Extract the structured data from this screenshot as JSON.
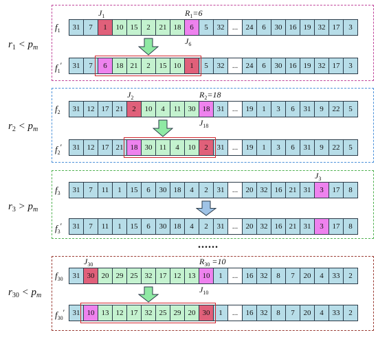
{
  "panels": [
    {
      "condition": {
        "r": "r",
        "sub": "1",
        "op": "<",
        "p": "p",
        "psub": "m"
      },
      "frame_color": "#c0449a",
      "arrow_color": "#8fe9a4",
      "top_row": {
        "label": {
          "f": "f",
          "sub": "1",
          "prime": ""
        },
        "cells": [
          {
            "v": "31",
            "c": "blue"
          },
          {
            "v": "7",
            "c": "blue"
          },
          {
            "v": "1",
            "c": "red"
          },
          {
            "v": "10",
            "c": "green"
          },
          {
            "v": "15",
            "c": "green"
          },
          {
            "v": "2",
            "c": "green"
          },
          {
            "v": "21",
            "c": "green"
          },
          {
            "v": "18",
            "c": "green"
          },
          {
            "v": "6",
            "c": "magenta"
          },
          {
            "v": "5",
            "c": "blue"
          },
          {
            "v": "32",
            "c": "blue"
          },
          {
            "v": "...",
            "c": "blank"
          },
          {
            "v": "24",
            "c": "blue"
          },
          {
            "v": "6",
            "c": "blue"
          },
          {
            "v": "30",
            "c": "blue"
          },
          {
            "v": "16",
            "c": "blue"
          },
          {
            "v": "19",
            "c": "blue"
          },
          {
            "v": "32",
            "c": "blue"
          },
          {
            "v": "17",
            "c": "blue"
          },
          {
            "v": "3",
            "c": "blue"
          }
        ]
      },
      "bottom_row": {
        "label": {
          "f": "f",
          "sub": "1",
          "prime": "′"
        },
        "cells": [
          {
            "v": "31",
            "c": "blue"
          },
          {
            "v": "7",
            "c": "blue"
          },
          {
            "v": "6",
            "c": "magenta"
          },
          {
            "v": "18",
            "c": "green"
          },
          {
            "v": "21",
            "c": "green"
          },
          {
            "v": "2",
            "c": "green"
          },
          {
            "v": "15",
            "c": "green"
          },
          {
            "v": "10",
            "c": "green"
          },
          {
            "v": "1",
            "c": "red"
          },
          {
            "v": "5",
            "c": "blue"
          },
          {
            "v": "32",
            "c": "blue"
          },
          {
            "v": "...",
            "c": "blank"
          },
          {
            "v": "24",
            "c": "blue"
          },
          {
            "v": "6",
            "c": "blue"
          },
          {
            "v": "30",
            "c": "blue"
          },
          {
            "v": "16",
            "c": "blue"
          },
          {
            "v": "19",
            "c": "blue"
          },
          {
            "v": "32",
            "c": "blue"
          },
          {
            "v": "17",
            "c": "blue"
          },
          {
            "v": "3",
            "c": "blue"
          }
        ]
      },
      "notes": [
        {
          "text": "J",
          "sub": "1",
          "cell": 2,
          "where": "above"
        },
        {
          "text": "R",
          "sub": "1",
          "suffix": "=6",
          "cell": 8,
          "where": "above"
        },
        {
          "text": "J",
          "sub": "6",
          "cell": 8,
          "where": "below"
        }
      ],
      "highlight": [
        2,
        8
      ],
      "arrow_cell": 5.5
    },
    {
      "condition": {
        "r": "r",
        "sub": "2",
        "op": "<",
        "p": "p",
        "psub": "m"
      },
      "frame_color": "#4a90d9",
      "arrow_color": "#8fe9a4",
      "top_row": {
        "label": {
          "f": "f",
          "sub": "2",
          "prime": ""
        },
        "cells": [
          {
            "v": "31",
            "c": "blue"
          },
          {
            "v": "12",
            "c": "blue"
          },
          {
            "v": "17",
            "c": "blue"
          },
          {
            "v": "21",
            "c": "blue"
          },
          {
            "v": "2",
            "c": "red"
          },
          {
            "v": "10",
            "c": "green"
          },
          {
            "v": "4",
            "c": "green"
          },
          {
            "v": "11",
            "c": "green"
          },
          {
            "v": "30",
            "c": "green"
          },
          {
            "v": "18",
            "c": "magenta"
          },
          {
            "v": "31",
            "c": "blue"
          },
          {
            "v": "...",
            "c": "blank"
          },
          {
            "v": "19",
            "c": "blue"
          },
          {
            "v": "1",
            "c": "blue"
          },
          {
            "v": "3",
            "c": "blue"
          },
          {
            "v": "6",
            "c": "blue"
          },
          {
            "v": "31",
            "c": "blue"
          },
          {
            "v": "9",
            "c": "blue"
          },
          {
            "v": "22",
            "c": "blue"
          },
          {
            "v": "5",
            "c": "blue"
          }
        ]
      },
      "bottom_row": {
        "label": {
          "f": "f",
          "sub": "2",
          "prime": "′"
        },
        "cells": [
          {
            "v": "31",
            "c": "blue"
          },
          {
            "v": "12",
            "c": "blue"
          },
          {
            "v": "17",
            "c": "blue"
          },
          {
            "v": "21",
            "c": "blue"
          },
          {
            "v": "18",
            "c": "magenta"
          },
          {
            "v": "30",
            "c": "green"
          },
          {
            "v": "11",
            "c": "green"
          },
          {
            "v": "4",
            "c": "green"
          },
          {
            "v": "10",
            "c": "green"
          },
          {
            "v": "2",
            "c": "red"
          },
          {
            "v": "31",
            "c": "blue"
          },
          {
            "v": "...",
            "c": "blank"
          },
          {
            "v": "19",
            "c": "blue"
          },
          {
            "v": "1",
            "c": "blue"
          },
          {
            "v": "3",
            "c": "blue"
          },
          {
            "v": "6",
            "c": "blue"
          },
          {
            "v": "31",
            "c": "blue"
          },
          {
            "v": "9",
            "c": "blue"
          },
          {
            "v": "22",
            "c": "blue"
          },
          {
            "v": "5",
            "c": "blue"
          }
        ]
      },
      "notes": [
        {
          "text": "J",
          "sub": "2",
          "cell": 4,
          "where": "above"
        },
        {
          "text": "R",
          "sub": "2",
          "suffix": "=18",
          "cell": 9,
          "where": "above"
        },
        {
          "text": "J",
          "sub": "18",
          "cell": 9,
          "where": "below"
        }
      ],
      "highlight": [
        4,
        9
      ],
      "arrow_cell": 6.5
    },
    {
      "condition": {
        "r": "r",
        "sub": "3",
        "op": ">",
        "p": "p",
        "psub": "m"
      },
      "frame_color": "#4fb04f",
      "arrow_color": "#9fc3e6",
      "top_row": {
        "label": {
          "f": "f",
          "sub": "3",
          "prime": ""
        },
        "cells": [
          {
            "v": "31",
            "c": "blue"
          },
          {
            "v": "7",
            "c": "blue"
          },
          {
            "v": "11",
            "c": "blue"
          },
          {
            "v": "1",
            "c": "blue"
          },
          {
            "v": "15",
            "c": "blue"
          },
          {
            "v": "6",
            "c": "blue"
          },
          {
            "v": "30",
            "c": "blue"
          },
          {
            "v": "18",
            "c": "blue"
          },
          {
            "v": "4",
            "c": "blue"
          },
          {
            "v": "2",
            "c": "blue"
          },
          {
            "v": "31",
            "c": "blue"
          },
          {
            "v": "...",
            "c": "blank"
          },
          {
            "v": "20",
            "c": "blue"
          },
          {
            "v": "32",
            "c": "blue"
          },
          {
            "v": "16",
            "c": "blue"
          },
          {
            "v": "21",
            "c": "blue"
          },
          {
            "v": "31",
            "c": "blue"
          },
          {
            "v": "3",
            "c": "magenta"
          },
          {
            "v": "17",
            "c": "blue"
          },
          {
            "v": "8",
            "c": "blue"
          }
        ]
      },
      "bottom_row": {
        "label": {
          "f": "f",
          "sub": "3",
          "prime": "′"
        },
        "cells": [
          {
            "v": "31",
            "c": "blue"
          },
          {
            "v": "7",
            "c": "blue"
          },
          {
            "v": "11",
            "c": "blue"
          },
          {
            "v": "1",
            "c": "blue"
          },
          {
            "v": "15",
            "c": "blue"
          },
          {
            "v": "6",
            "c": "blue"
          },
          {
            "v": "30",
            "c": "blue"
          },
          {
            "v": "18",
            "c": "blue"
          },
          {
            "v": "4",
            "c": "blue"
          },
          {
            "v": "2",
            "c": "blue"
          },
          {
            "v": "31",
            "c": "blue"
          },
          {
            "v": "...",
            "c": "blank"
          },
          {
            "v": "20",
            "c": "blue"
          },
          {
            "v": "32",
            "c": "blue"
          },
          {
            "v": "16",
            "c": "blue"
          },
          {
            "v": "21",
            "c": "blue"
          },
          {
            "v": "31",
            "c": "blue"
          },
          {
            "v": "3",
            "c": "magenta"
          },
          {
            "v": "17",
            "c": "blue"
          },
          {
            "v": "8",
            "c": "blue"
          }
        ]
      },
      "notes": [
        {
          "text": "J",
          "sub": "3",
          "cell": 17,
          "where": "above"
        }
      ],
      "highlight": null,
      "arrow_cell": 9.5
    },
    {
      "condition": {
        "r": "r",
        "sub": "30",
        "op": "<",
        "p": "p",
        "psub": "m"
      },
      "frame_color": "#9a3a32",
      "arrow_color": "#8fe9a4",
      "top_row": {
        "label": {
          "f": "f",
          "sub": "30",
          "prime": ""
        },
        "cells": [
          {
            "v": "31",
            "c": "blue"
          },
          {
            "v": "30",
            "c": "red"
          },
          {
            "v": "20",
            "c": "green"
          },
          {
            "v": "29",
            "c": "green"
          },
          {
            "v": "25",
            "c": "green"
          },
          {
            "v": "32",
            "c": "green"
          },
          {
            "v": "17",
            "c": "green"
          },
          {
            "v": "12",
            "c": "green"
          },
          {
            "v": "13",
            "c": "green"
          },
          {
            "v": "10",
            "c": "magenta"
          },
          {
            "v": "1",
            "c": "blue"
          },
          {
            "v": "...",
            "c": "blank"
          },
          {
            "v": "16",
            "c": "blue"
          },
          {
            "v": "32",
            "c": "blue"
          },
          {
            "v": "8",
            "c": "blue"
          },
          {
            "v": "7",
            "c": "blue"
          },
          {
            "v": "20",
            "c": "blue"
          },
          {
            "v": "4",
            "c": "blue"
          },
          {
            "v": "33",
            "c": "blue"
          },
          {
            "v": "2",
            "c": "blue"
          }
        ]
      },
      "bottom_row": {
        "label": {
          "f": "f",
          "sub": "30",
          "prime": "′"
        },
        "cells": [
          {
            "v": "31",
            "c": "blue"
          },
          {
            "v": "10",
            "c": "magenta"
          },
          {
            "v": "13",
            "c": "green"
          },
          {
            "v": "12",
            "c": "green"
          },
          {
            "v": "17",
            "c": "green"
          },
          {
            "v": "32",
            "c": "green"
          },
          {
            "v": "25",
            "c": "green"
          },
          {
            "v": "29",
            "c": "green"
          },
          {
            "v": "20",
            "c": "green"
          },
          {
            "v": "30",
            "c": "red"
          },
          {
            "v": "1",
            "c": "blue"
          },
          {
            "v": "...",
            "c": "blank"
          },
          {
            "v": "16",
            "c": "blue"
          },
          {
            "v": "32",
            "c": "blue"
          },
          {
            "v": "8",
            "c": "blue"
          },
          {
            "v": "7",
            "c": "blue"
          },
          {
            "v": "20",
            "c": "blue"
          },
          {
            "v": "4",
            "c": "blue"
          },
          {
            "v": "33",
            "c": "blue"
          },
          {
            "v": "2",
            "c": "blue"
          }
        ]
      },
      "notes": [
        {
          "text": "J",
          "sub": "30",
          "cell": 1,
          "where": "above"
        },
        {
          "text": "R",
          "sub": "30",
          "suffix": " =10",
          "cell": 9,
          "where": "above"
        },
        {
          "text": "J",
          "sub": "10",
          "cell": 9,
          "where": "below"
        }
      ],
      "highlight": [
        1,
        9
      ],
      "arrow_cell": 5.5
    }
  ],
  "ellipsis": "......",
  "cell_colors": {
    "blue": "#b7dde8",
    "green": "#c4f2cf",
    "red": "#e0607a",
    "magenta": "#ee82ee",
    "blank": "#ffffff",
    "highlight_border": "#d0242c"
  }
}
